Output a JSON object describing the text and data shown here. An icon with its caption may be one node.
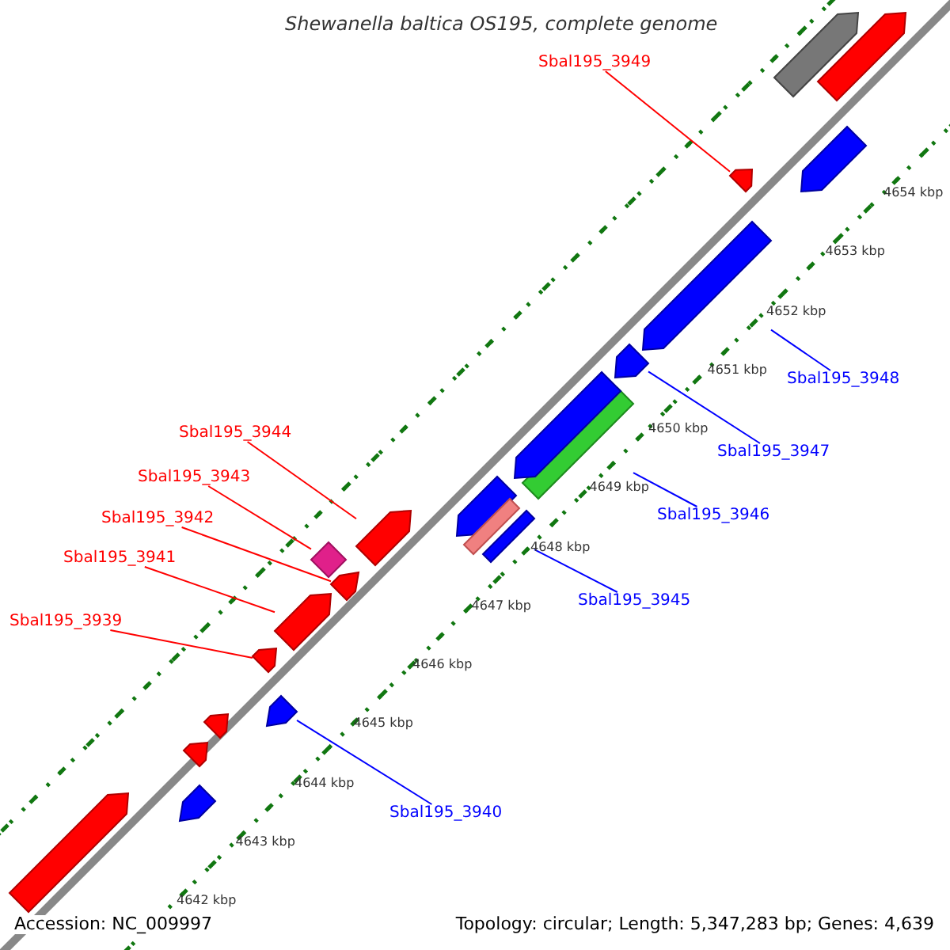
{
  "diagram": {
    "title": "Shewanella baltica OS195, complete genome",
    "nodes": [
      {
        "text": [
          "Sbal195_3949"
        ]
      },
      {
        "text": [],
        "shape": "arrow"
      },
      {
        "text": [
          "Sbal195_3948"
        ]
      },
      {
        "text": [],
        "shape": "arrow"
      },
      {
        "text": [
          "Sbal195_3944"
        ]
      },
      {
        "text": [],
        "shape": "arrow"
      },
      {
        "text": [
          "Sbal195_3947"
        ]
      },
      {
        "text": [],
        "shape": "arrow"
      },
      {
        "text": [
          "Sbal195_3943"
        ]
      },
      {
        "text": [],
        "shape": "diamond"
      },
      {
        "text": [
          "Sbal195_3946"
        ]
      },
      {
        "text": [],
        "shape": "bar"
      },
      {
        "text": [
          "Sbal195_3942"
        ]
      },
      {
        "text": [],
        "shape": "arrow"
      },
      {
        "text": [
          "Sbal195_3941"
        ]
      },
      {
        "text": [],
        "shape": "arrow"
      },
      {
        "text": [
          "Sbal195_3945"
        ]
      },
      {
        "text": [],
        "shape": "bar"
      },
      {
        "text": [
          "Sbal195_3939"
        ]
      },
      {
        "text": [],
        "shape": "arrow"
      },
      {
        "text": [
          "Sbal195_3940"
        ]
      },
      {
        "text": [],
        "shape": "arrow"
      },
      {
        "text": [],
        "shape": "arrow"
      },
      {
        "text": [],
        "shape": "arrow"
      },
      {
        "text": [],
        "shape": "arrow"
      },
      {
        "text": [],
        "shape": "arrow"
      },
      {
        "text": [],
        "shape": "arrow"
      },
      {
        "text": [],
        "shape": "bar"
      },
      {
        "text": [],
        "shape": "arrow"
      },
      {
        "text": [],
        "shape": "arrow"
      },
      {
        "text": [],
        "shape": "arrow"
      },
      {
        "text": [],
        "shape": "arrow"
      }
    ],
    "edges": [
      {
        "from": 0,
        "to": 1,
        "arrow": "none"
      },
      {
        "from": 2,
        "to": 3,
        "arrow": "none",
        "color": "#0000ff"
      },
      {
        "from": 4,
        "to": 5,
        "arrow": "none"
      },
      {
        "from": 6,
        "to": 7,
        "arrow": "none",
        "color": "#0000ff"
      },
      {
        "from": 8,
        "to": 9,
        "arrow": "none"
      },
      {
        "from": 10,
        "to": 11,
        "arrow": "none",
        "color": "#0000ff"
      },
      {
        "from": 12,
        "to": 13,
        "arrow": "none"
      },
      {
        "from": 14,
        "to": 15,
        "arrow": "none"
      },
      {
        "from": 16,
        "to": 17,
        "arrow": "none",
        "color": "#0000ff"
      },
      {
        "from": 18,
        "to": 19,
        "arrow": "none"
      },
      {
        "from": 20,
        "to": 21,
        "arrow": "none",
        "color": "#0000ff"
      }
    ],
    "labels": [
      "4654 kbp",
      "4653 kbp",
      "4652 kbp",
      "4651 kbp",
      "4650 kbp",
      "4649 kbp",
      "4648 kbp",
      "4647 kbp",
      "4646 kbp",
      "4645 kbp",
      "4644 kbp",
      "4643 kbp",
      "4642 kbp",
      "Accession: NC_009997",
      "Topology: circular; Length: 5,347,283 bp; Genes: 4,639"
    ]
  }
}
